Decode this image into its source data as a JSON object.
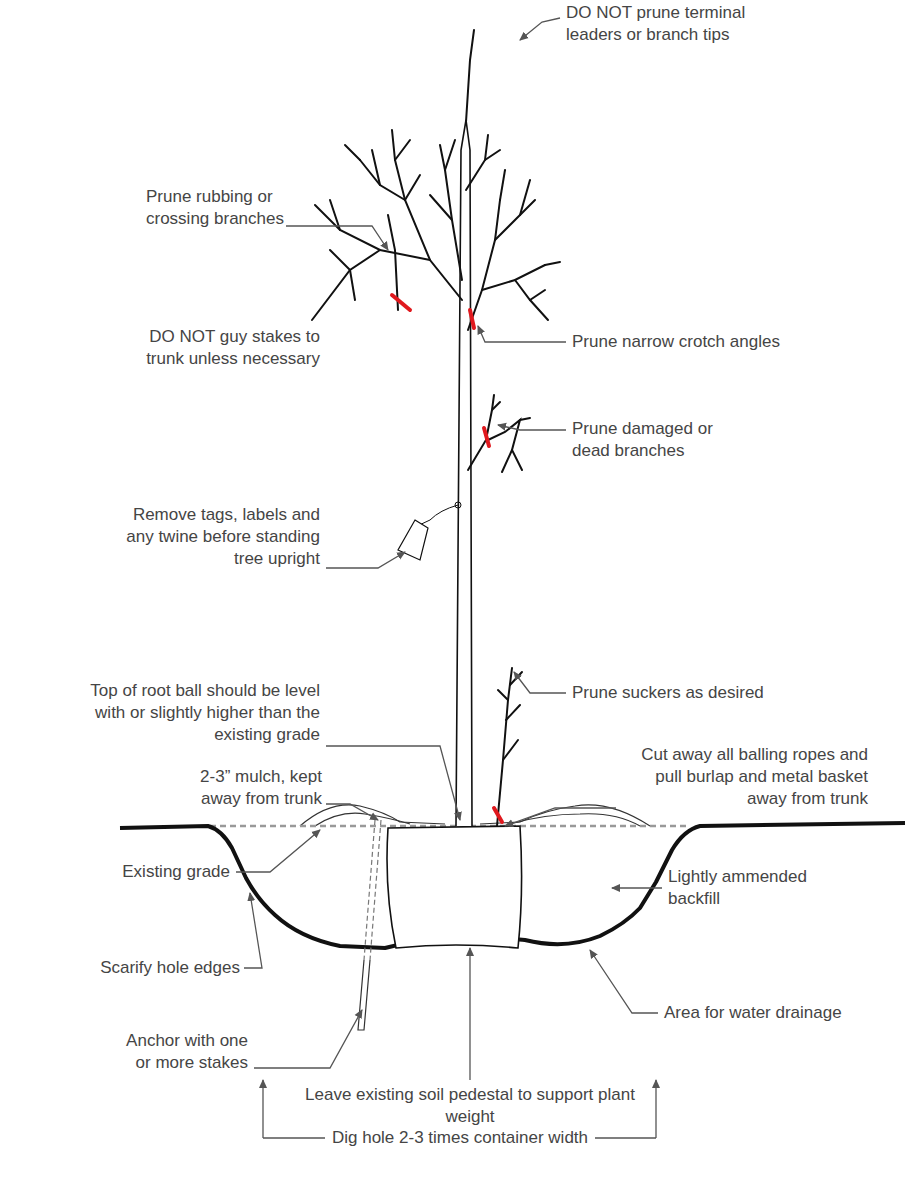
{
  "diagram": {
    "labels": [
      "DO NOT prune terminal leaders or branch tips",
      "Prune rubbing or crossing branches",
      "Prune narrow crotch angles",
      "DO NOT guy stakes to trunk unless necessary",
      "Prune damaged or dead branches",
      "Remove tags, labels and any twine before standing tree upright",
      "Top of root ball should be level with or slightly higher than the existing grade",
      "Prune suckers as desired",
      "2-3” mulch, kept away from trunk",
      "Cut away all balling ropes and pull burlap and metal basket away from trunk",
      "Existing grade",
      "Lightly ammended backfill",
      "Scarify hole edges",
      "Area for water drainage",
      "Anchor with one or more stakes",
      "Leave existing soil pedestal to support plant weight",
      "Dig hole 2-3 times container width"
    ]
  }
}
